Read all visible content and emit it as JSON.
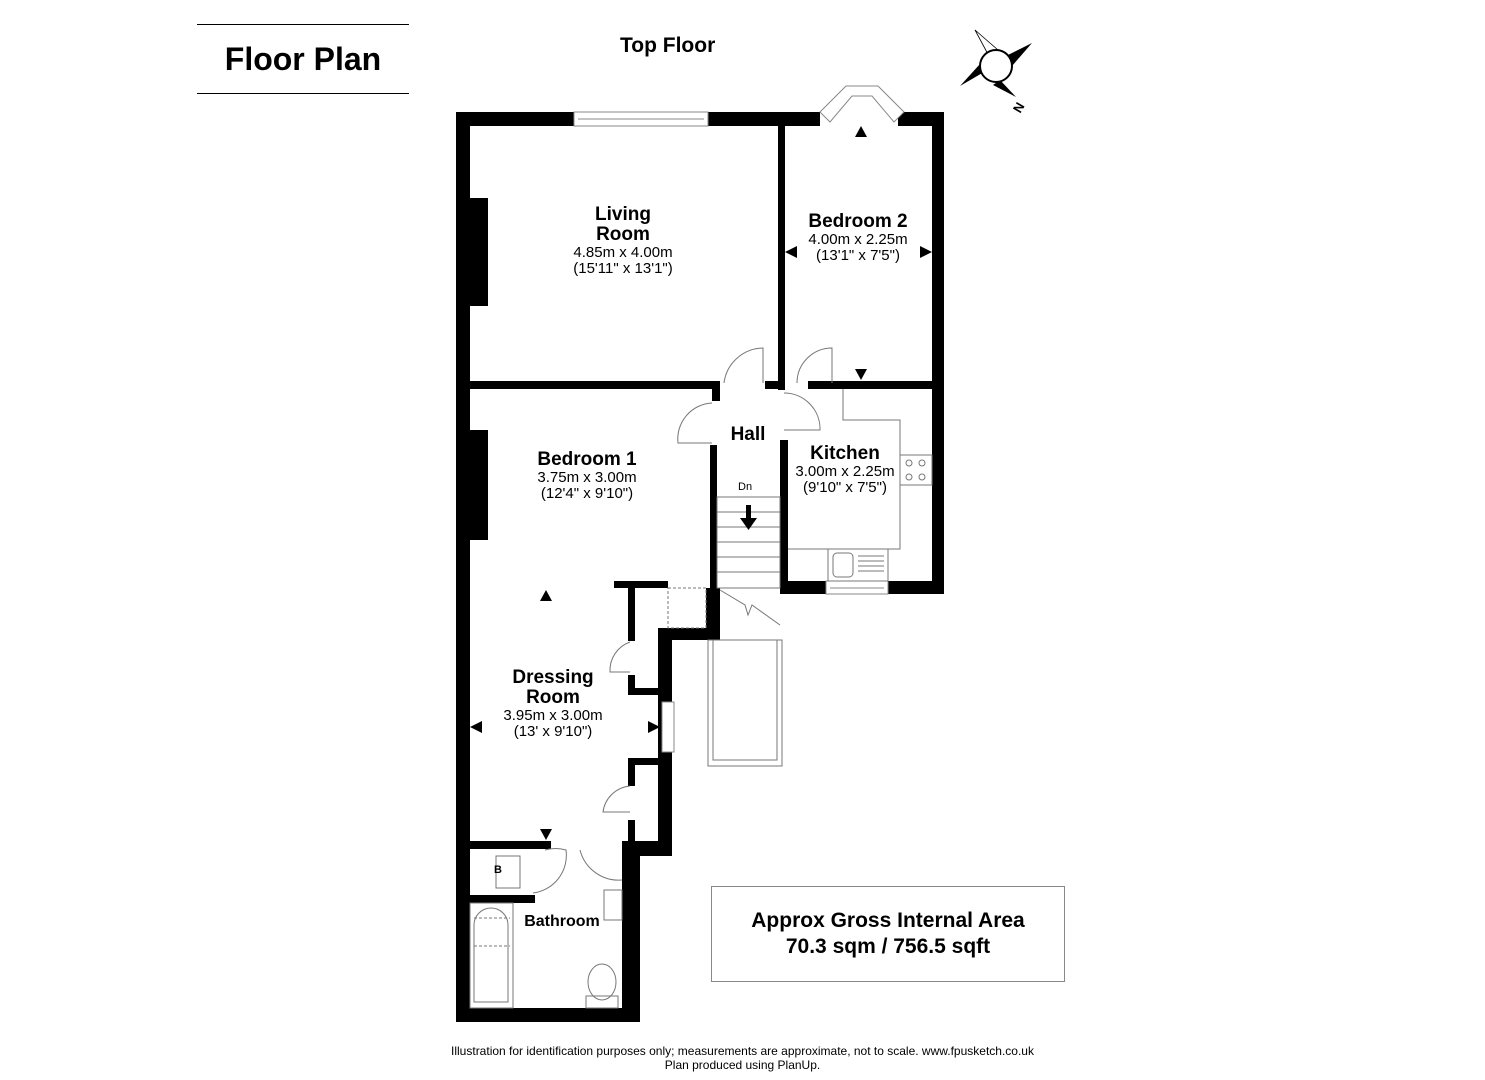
{
  "header": {
    "title": "Floor Plan",
    "floor_name": "Top Floor"
  },
  "compass": {
    "icon": "compass-rose-icon",
    "north_label": "N"
  },
  "rooms": [
    {
      "name": "Living Room",
      "name_lines": [
        "Living",
        "Room"
      ],
      "metric": "4.85m x 4.00m",
      "imperial": "(15'11\" x 13'1\")"
    },
    {
      "name": "Bedroom 2",
      "name_lines": [
        "Bedroom 2"
      ],
      "metric": "4.00m x 2.25m",
      "imperial": "(13'1\" x 7'5\")"
    },
    {
      "name": "Hall",
      "name_lines": [
        "Hall"
      ]
    },
    {
      "name": "Kitchen",
      "name_lines": [
        "Kitchen"
      ],
      "metric": "3.00m x 2.25m",
      "imperial": "(9'10\" x 7'5\")"
    },
    {
      "name": "Bedroom 1",
      "name_lines": [
        "Bedroom 1"
      ],
      "metric": "3.75m x 3.00m",
      "imperial": "(12'4\" x 9'10\")"
    },
    {
      "name": "Dressing Room",
      "name_lines": [
        "Dressing",
        "Room"
      ],
      "metric": "3.95m x 3.00m",
      "imperial": "(13' x 9'10\")"
    },
    {
      "name": "Bathroom",
      "name_lines": [
        "Bathroom"
      ]
    }
  ],
  "annotations": {
    "stairs_label": "Dn",
    "boiler_label": "B"
  },
  "area": {
    "line1": "Approx Gross Internal Area",
    "line2": "70.3 sqm / 756.5 sqft"
  },
  "footer": {
    "line1": "Illustration for identification purposes only; measurements are approximate, not to scale. www.fpusketch.co.uk",
    "line2": "Plan produced using PlanUp."
  },
  "colors": {
    "wall": "#000000",
    "fixture": "#888888",
    "background": "#ffffff"
  }
}
